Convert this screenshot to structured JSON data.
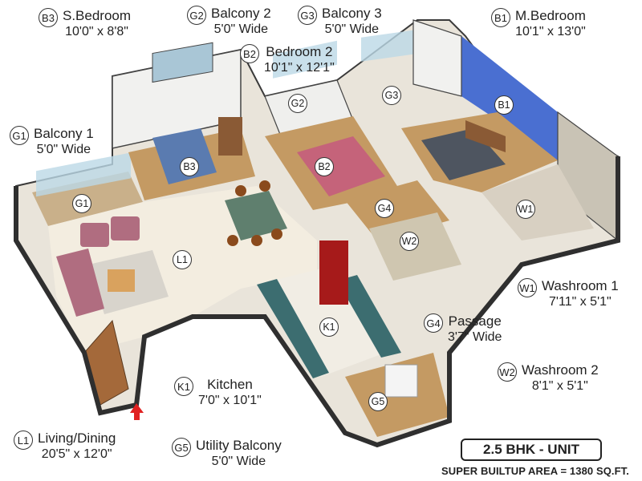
{
  "rooms": {
    "B3": {
      "code": "B3",
      "name": "S.Bedroom",
      "dim": "10'0\" x 8'8\""
    },
    "G2": {
      "code": "G2",
      "name": "Balcony 2",
      "dim": "5'0\" Wide"
    },
    "G3": {
      "code": "G3",
      "name": "Balcony 3",
      "dim": "5'0\" Wide"
    },
    "B1": {
      "code": "B1",
      "name": "M.Bedroom",
      "dim": "10'1\" x 13'0\""
    },
    "B2": {
      "code": "B2",
      "name": "Bedroom 2",
      "dim": "10'1\" x 12'1\""
    },
    "G1": {
      "code": "G1",
      "name": "Balcony 1",
      "dim": "5'0\" Wide"
    },
    "W1": {
      "code": "W1",
      "name": "Washroom 1",
      "dim": "7'11\" x 5'1\""
    },
    "G4": {
      "code": "G4",
      "name": "Passage",
      "dim": "3'7\" Wide"
    },
    "W2": {
      "code": "W2",
      "name": "Washroom 2",
      "dim": "8'1\" x 5'1\""
    },
    "K1": {
      "code": "K1",
      "name": "Kitchen",
      "dim": "7'0\" x 10'1\""
    },
    "L1": {
      "code": "L1",
      "name": "Living/Dining",
      "dim": "20'5\" x 12'0\""
    },
    "G5": {
      "code": "G5",
      "name": "Utility Balcony",
      "dim": "5'0\" Wide"
    }
  },
  "unit_type": "2.5 BHK - UNIT",
  "super_builtup_area": "SUPER BUILTUP AREA = 1380 SQ.FT.",
  "colors": {
    "wall": "#2f2f2f",
    "floor_wood": "#c49a63",
    "floor_living": "#f3ede0",
    "accent_wall": "#4a6fd1",
    "entry_arrow": "#e02020"
  }
}
